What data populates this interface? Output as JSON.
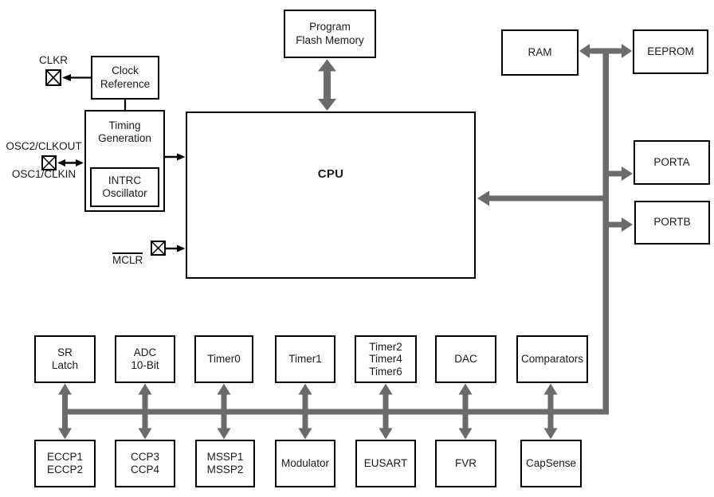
{
  "colors": {
    "bus_gray": "#6b6b6b",
    "line_black": "#000000",
    "box_fill": "#ffffff",
    "background": "#ffffff"
  },
  "blocks": {
    "program_flash": "Program\nFlash Memory",
    "clock_reference": "Clock\nReference",
    "timing_generation": "Timing\nGeneration",
    "intrc_oscillator": "INTRC\nOscillator",
    "cpu": "CPU",
    "ram": "RAM",
    "eeprom": "EEPROM",
    "porta": "PORTA",
    "portb": "PORTB",
    "sr_latch": "SR\nLatch",
    "adc": "ADC\n10-Bit",
    "timer0": "Timer0",
    "timer1": "Timer1",
    "timer246": "Timer2\nTimer4\nTimer6",
    "dac": "DAC",
    "comparators": "Comparators",
    "eccp": "ECCP1\nECCP2",
    "ccp": "CCP3\nCCP4",
    "mssp": "MSSP1\nMSSP2",
    "modulator": "Modulator",
    "eusart": "EUSART",
    "fvr": "FVR",
    "capsense": "CapSense"
  },
  "pins": {
    "clkr": "CLKR",
    "osc2": "OSC2/CLKOUT",
    "osc1": "OSC1/CLKIN",
    "mclr": "MCLR"
  }
}
